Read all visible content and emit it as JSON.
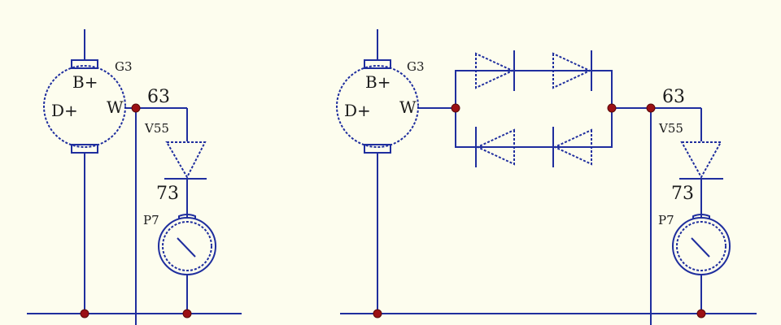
{
  "left_circuit": {
    "generator_ref": "G3",
    "term_b": "B+",
    "term_d": "D+",
    "term_w": "W",
    "wire_top": "63",
    "diode_ref": "V55",
    "wire_mid": "73",
    "gauge_ref": "P7"
  },
  "right_circuit": {
    "generator_ref": "G3",
    "term_b": "B+",
    "term_d": "D+",
    "term_w": "W",
    "wire_top": "63",
    "diode_ref": "V55",
    "wire_mid": "73",
    "gauge_ref": "P7"
  },
  "colors": {
    "wire": "#1f2e9e",
    "node": "#9b1014",
    "background": "#fdfdee"
  }
}
